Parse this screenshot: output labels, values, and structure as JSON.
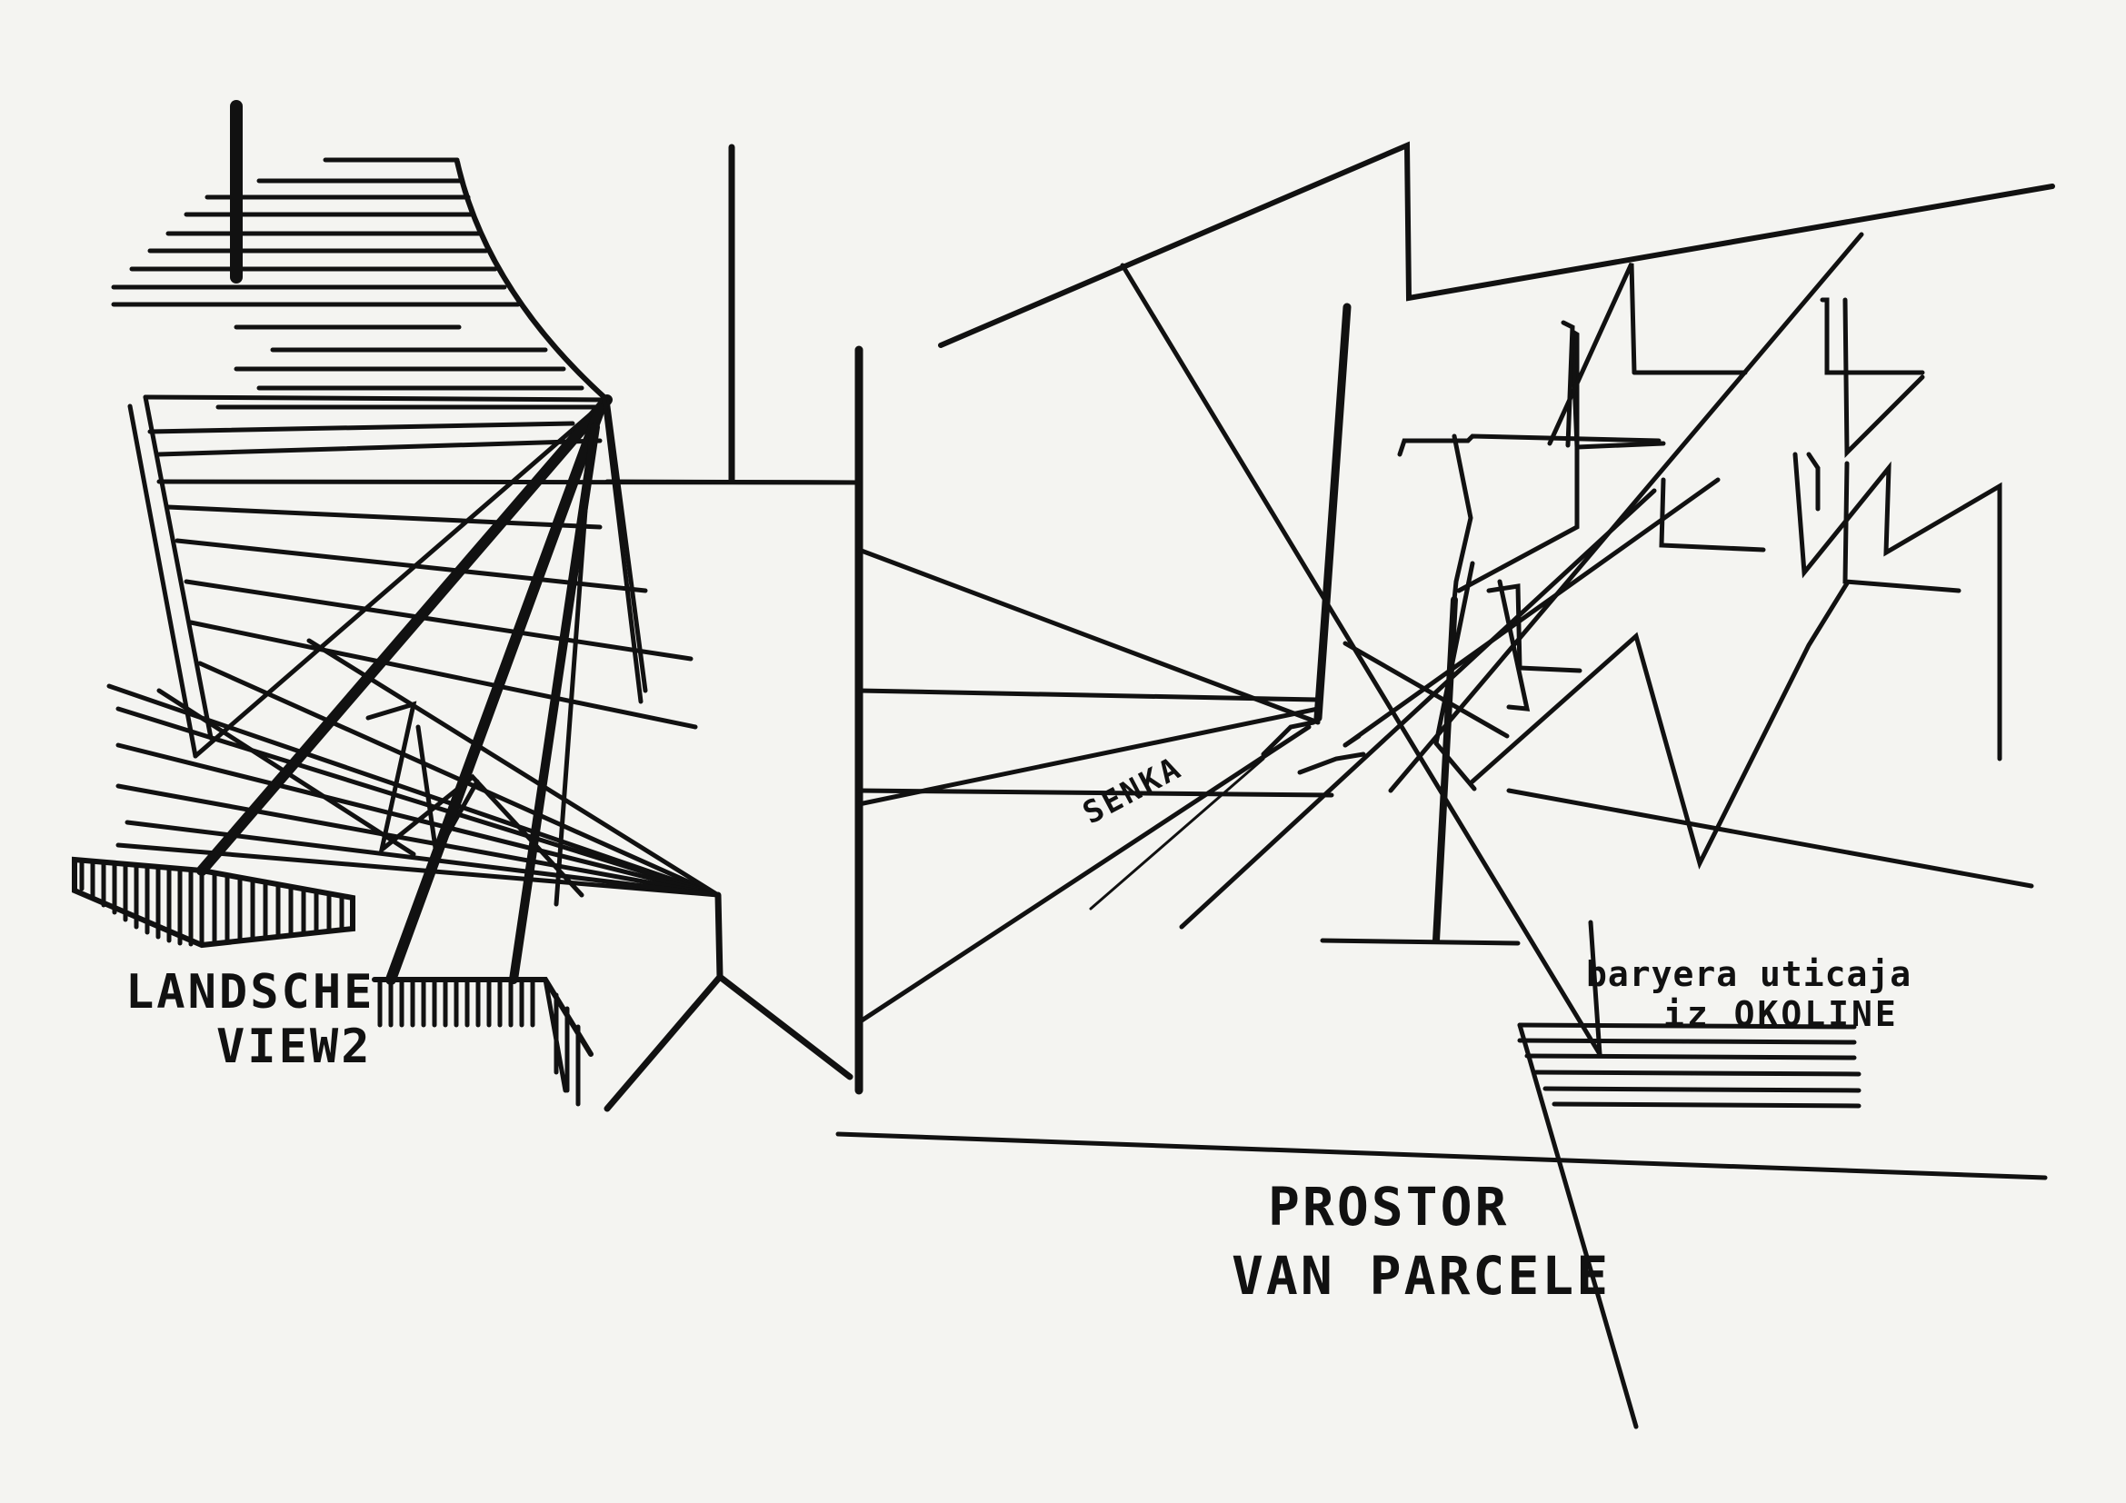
{
  "labels": {
    "landscape_line1": "LANDSCHE",
    "landscape_line2": "VIEW2",
    "senka": "SENKA",
    "barrier_line1": "baryera uticaja",
    "barrier_line2": "iz OKOLINE",
    "space_line1": "PROSTOR",
    "space_line2": "VAN PARCELE"
  },
  "colors": {
    "ink": "#111111",
    "paper": "#f4f4f1"
  }
}
